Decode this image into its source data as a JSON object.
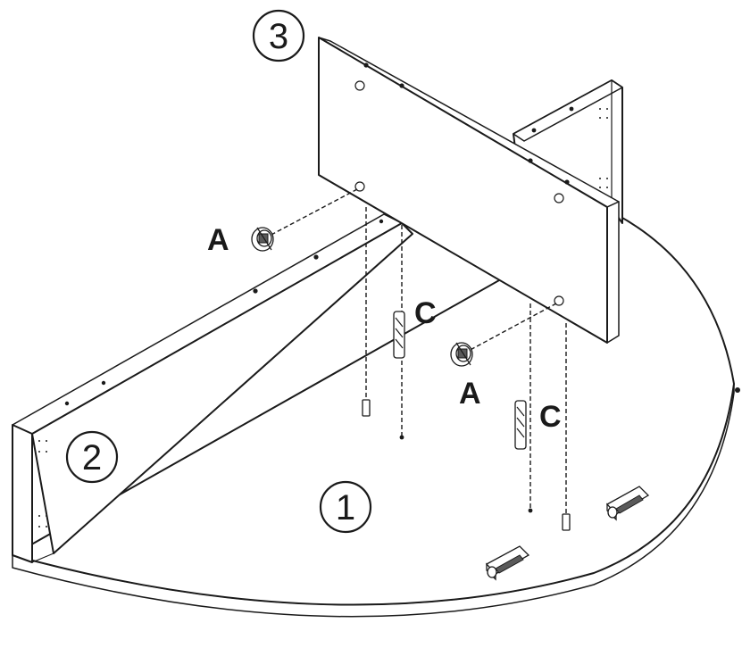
{
  "panels": [
    {
      "id": "1",
      "label": "1"
    },
    {
      "id": "2",
      "label": "2"
    },
    {
      "id": "3",
      "label": "3"
    }
  ],
  "hardware": {
    "A": "A",
    "C": "C"
  }
}
